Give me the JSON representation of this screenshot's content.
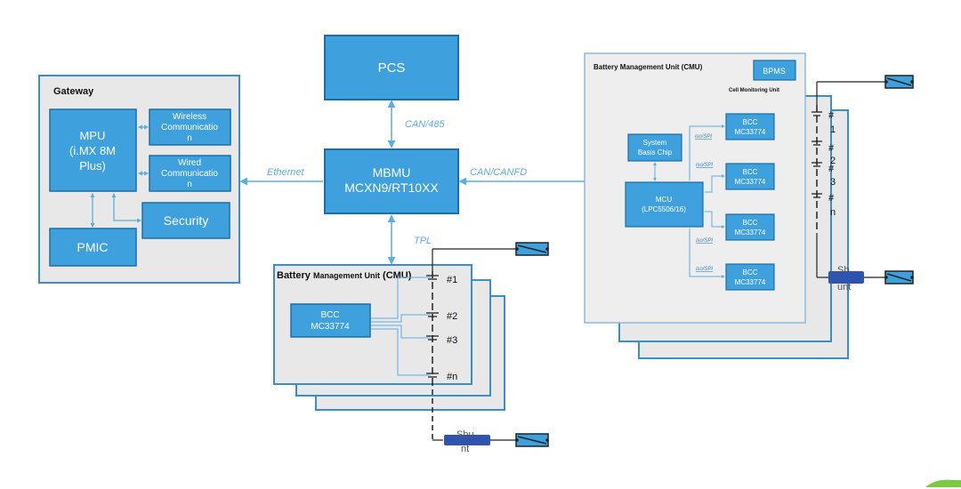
{
  "colors": {
    "block_fill": "#3ea0dd",
    "block_stroke": "#1b6fa8",
    "panel_fill": "#e8e8e8",
    "panel_stroke": "#3a8fc9",
    "arrow": "#5aaee0",
    "link_label": "#5aaee0",
    "shunt": "#2f54b0",
    "connector": "#3ea0dd",
    "text_dark": "#111111",
    "text_light": "#ffffff",
    "spi_label": "#3a7fc0",
    "accent_green": "#7ac943"
  },
  "pcs": {
    "label": "PCS"
  },
  "mbmu": {
    "line1": "MBMU",
    "line2": "MCXN9/RT10XX"
  },
  "links": {
    "can485": "CAN/485",
    "ethernet": "Ethernet",
    "canfd": "CAN/CANFD",
    "tpl": "TPL"
  },
  "gateway": {
    "title": "Gateway",
    "mpu": [
      "MPU",
      "(i.MX 8M",
      "Plus)"
    ],
    "wireless": [
      "Wireless",
      "Communicatio",
      "n"
    ],
    "wired": [
      "Wired",
      "Communicatio",
      "n"
    ],
    "security": "Security",
    "pmic": "PMIC"
  },
  "cmu_bottom": {
    "title_prefix": "Battery ",
    "title_mid": "Management Unit",
    "title_suffix": " (CMU)",
    "bcc": [
      "BCC",
      "MC33774"
    ],
    "cells": [
      "#1",
      "#2",
      "#3",
      "#n"
    ],
    "shunt": [
      "Shu",
      "nt"
    ]
  },
  "cmu_right": {
    "title": "Battery Management Unit (CMU)",
    "bpms": "BPMS",
    "subtitle": "Cell Monitoring Unit",
    "sbc": [
      "System",
      "Basis Chip"
    ],
    "mcu": [
      "MCU",
      "(LPC5506/16)"
    ],
    "bcc": [
      "BCC",
      "MC33774"
    ],
    "spi_label": "iso/SPI",
    "cells": [
      [
        "#",
        "1"
      ],
      [
        "#",
        "2"
      ],
      [
        "#",
        "3"
      ],
      [
        "#",
        "n"
      ]
    ],
    "shunt": [
      "Sh",
      "unt"
    ]
  }
}
